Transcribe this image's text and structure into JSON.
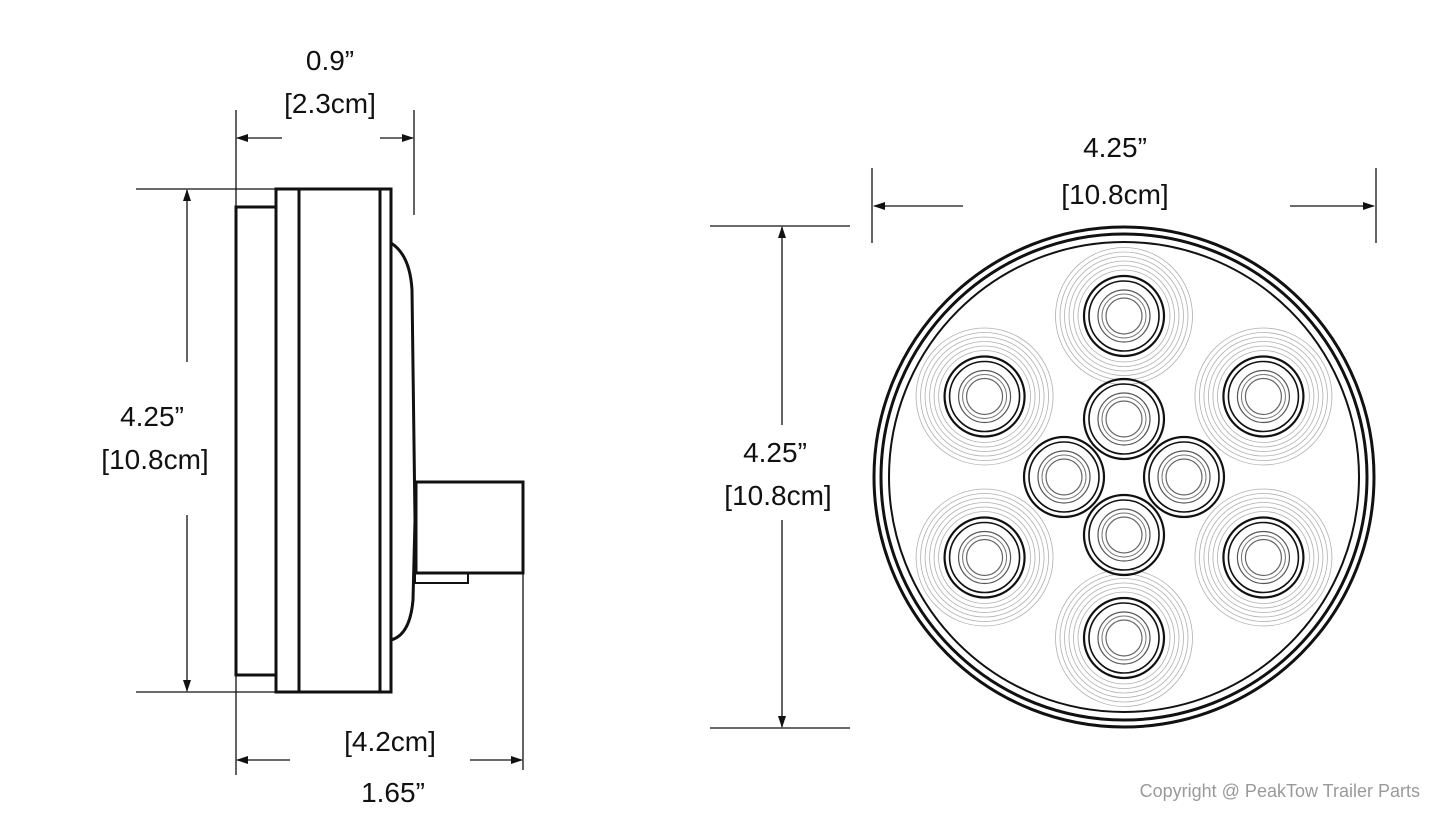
{
  "side_view": {
    "depth_top": {
      "inches": "0.9”",
      "cm": "[2.3cm]"
    },
    "height": {
      "inches": "4.25”",
      "cm": "[10.8cm]"
    },
    "depth_total": {
      "inches": "1.65”",
      "cm": "[4.2cm]"
    }
  },
  "front_view": {
    "width": {
      "inches": "4.25”",
      "cm": "[10.8cm]"
    },
    "height": {
      "inches": "4.25”",
      "cm": "[10.8cm]"
    },
    "led_count": 10
  },
  "copyright": "Copyright @ PeakTow Trailer Parts",
  "colors": {
    "line": "#111111",
    "halo": "#b0b0b0",
    "copyright": "#9a9a9a"
  }
}
